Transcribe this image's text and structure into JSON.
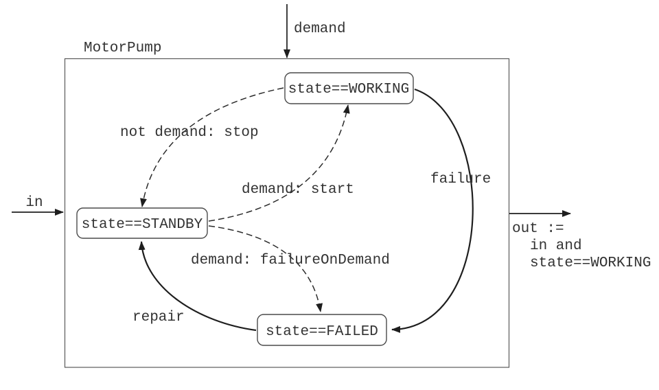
{
  "diagram": {
    "title": "MotorPump",
    "colors": {
      "background": "#ffffff",
      "line": "#1e1e1e",
      "text": "#333333",
      "node_border": "#4a4a4a"
    },
    "inputs": {
      "demand": {
        "label": "demand"
      },
      "in": {
        "label": "in"
      }
    },
    "output": {
      "line1": "out :=",
      "line2": "in and",
      "line3": "state==WORKING"
    },
    "states": {
      "working": {
        "label": "state==WORKING"
      },
      "standby": {
        "label": "state==STANDBY"
      },
      "failed": {
        "label": "state==FAILED"
      }
    },
    "transitions": {
      "stop": {
        "label": "not demand: stop",
        "from": "state==WORKING",
        "to": "state==STANDBY",
        "style": "dashed"
      },
      "start": {
        "label": "demand: start",
        "from": "state==STANDBY",
        "to": "state==WORKING",
        "style": "dashed"
      },
      "failure_on_demand": {
        "label": "demand: failureOnDemand",
        "from": "state==STANDBY",
        "to": "state==FAILED",
        "style": "dashed"
      },
      "failure": {
        "label": "failure",
        "from": "state==WORKING",
        "to": "state==FAILED",
        "style": "solid"
      },
      "repair": {
        "label": "repair",
        "from": "state==FAILED",
        "to": "state==STANDBY",
        "style": "solid"
      }
    }
  }
}
